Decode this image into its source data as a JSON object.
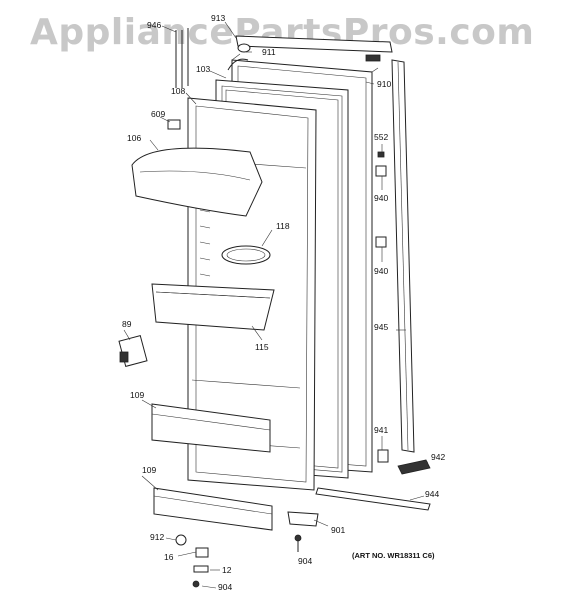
{
  "watermark": "AppliancePartsPros.com",
  "art_number": "(ART NO. WR18311 C6)",
  "callouts": {
    "c946": "946",
    "c913": "913",
    "c911": "911",
    "c103": "103",
    "c910": "910",
    "c108": "108",
    "c609": "609",
    "c106": "106",
    "c552": "552",
    "c940a": "940",
    "c118": "118",
    "c940b": "940",
    "c945": "945",
    "c89": "89",
    "c115": "115",
    "c109a": "109",
    "c941": "941",
    "c942": "942",
    "c109b": "109",
    "c944": "944",
    "c901": "901",
    "c912": "912",
    "c904a": "904",
    "c16": "16",
    "c12": "12",
    "c904b": "904"
  }
}
